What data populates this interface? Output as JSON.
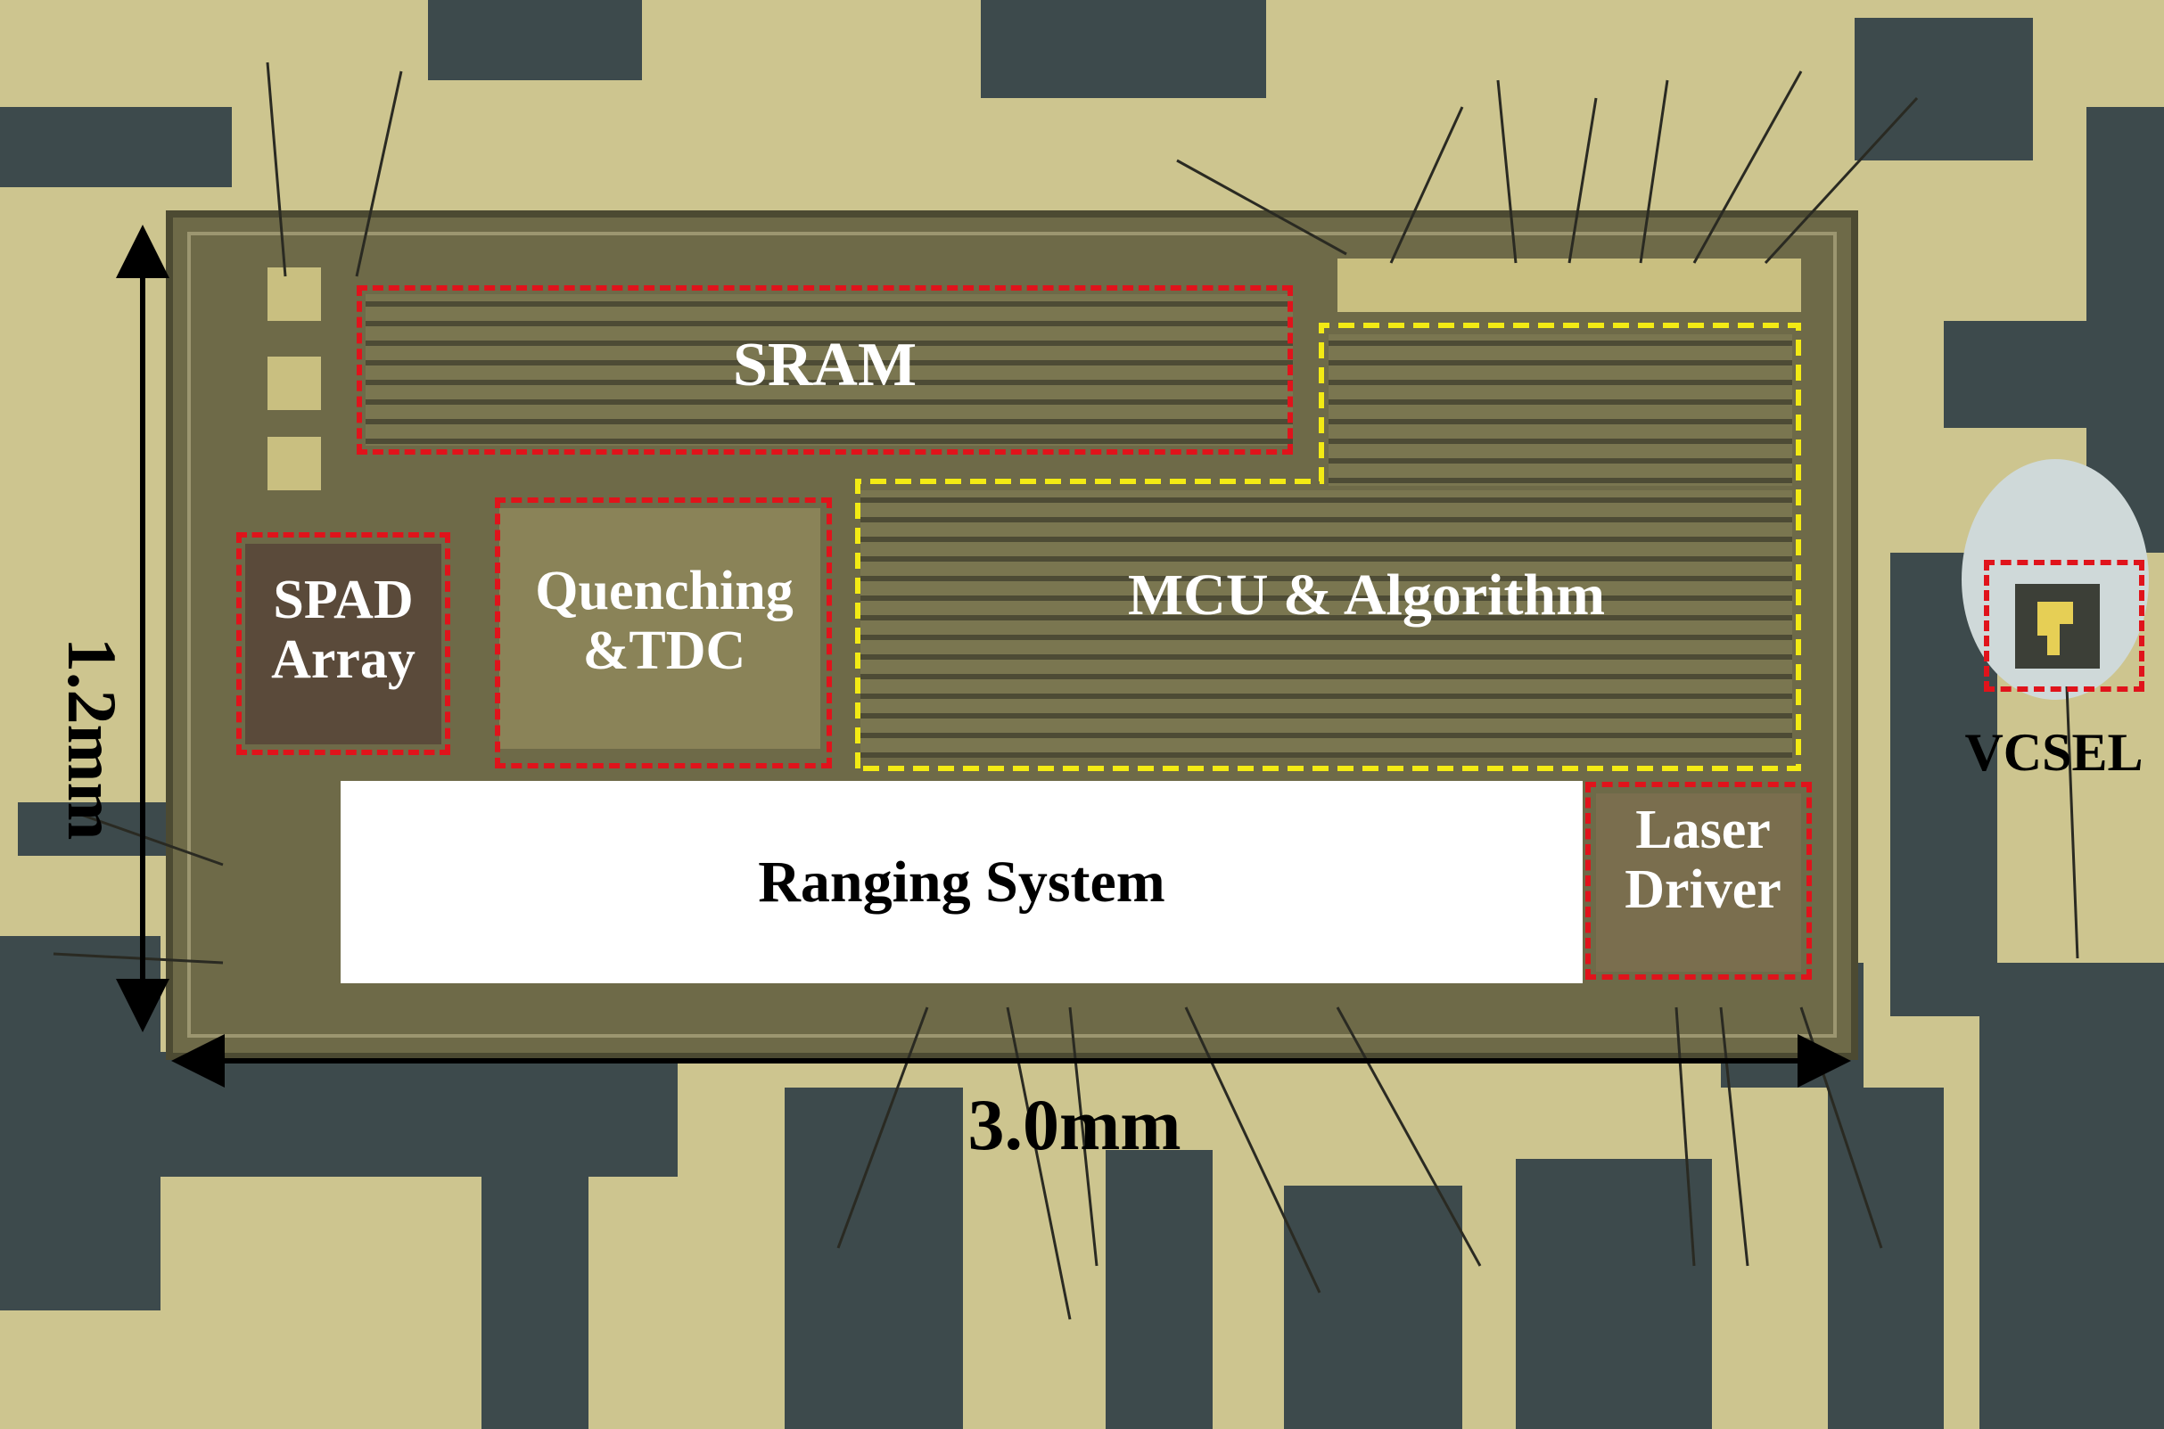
{
  "title": "",
  "blocks": {
    "sram": "SRAM",
    "spad_array": [
      "SPAD",
      "Array"
    ],
    "quenching_tdc": [
      "Quenching",
      "&TDC"
    ],
    "mcu_algorithm": "MCU & Algorithm",
    "ranging_system": "Ranging System",
    "laser_driver": [
      "Laser",
      "Driver"
    ],
    "vcsel": "VCSEL"
  },
  "dimensions": {
    "height": "1.2mm",
    "width": "3.0mm"
  },
  "colors": {
    "highlight_red": "#e0131b",
    "highlight_yellow": "#f3ea14",
    "substrate_gold": "#c9c18a",
    "trace_dark": "#3d4a4c",
    "die": "#6e6a48"
  }
}
